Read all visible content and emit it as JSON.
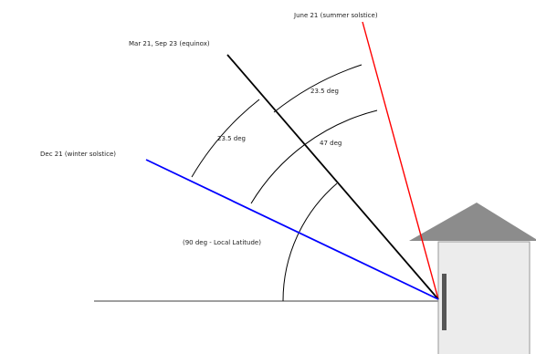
{
  "labels": {
    "summer": "June 21 (summer solstice)",
    "equinox": "Mar 21, Sep 23 (equinox)",
    "winter": "Dec 21 (winter solstice)",
    "angle_upper": "23.5 deg",
    "angle_left": "23.5 deg",
    "angle_mid": "47 deg",
    "angle_base": "(90 deg - Local Latitude)"
  },
  "colors": {
    "summer_ray": "#ff0000",
    "equinox_ray": "#000000",
    "winter_ray": "#0000ff",
    "roof": "#8c8c8c",
    "wall": "#ececec",
    "window": "#555555",
    "arc": "#000000",
    "ground": "#666666"
  }
}
